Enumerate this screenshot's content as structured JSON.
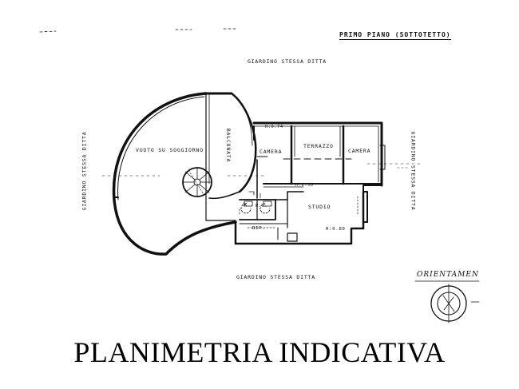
{
  "header": {
    "title": "PRIMO PIANO (SOTTOTETTO)"
  },
  "surroundings": {
    "top": "GIARDINO STESSA DITTA",
    "bottom": "GIARDINO STESSA DITTA",
    "left": "GIARDINO STESSA DITTA",
    "right": "GIARDINO STESSA DITTA"
  },
  "rooms": {
    "void": "VUOTO SU SOGGIORNO",
    "balcony": "BALCONATA",
    "bedroom_left": "CAMERA",
    "terrace": "TERRAZZO",
    "bedroom_right": "CAMERA",
    "wc": "W.C.",
    "study": "STUDIO",
    "storage": "RIP."
  },
  "heights": {
    "h1": "H:0.74",
    "h2": "H:2.50",
    "h3": "H:0.80"
  },
  "orientation": {
    "label": "ORIENTAMEN"
  },
  "caption": "PLANIMETRIA INDICATIVA"
}
